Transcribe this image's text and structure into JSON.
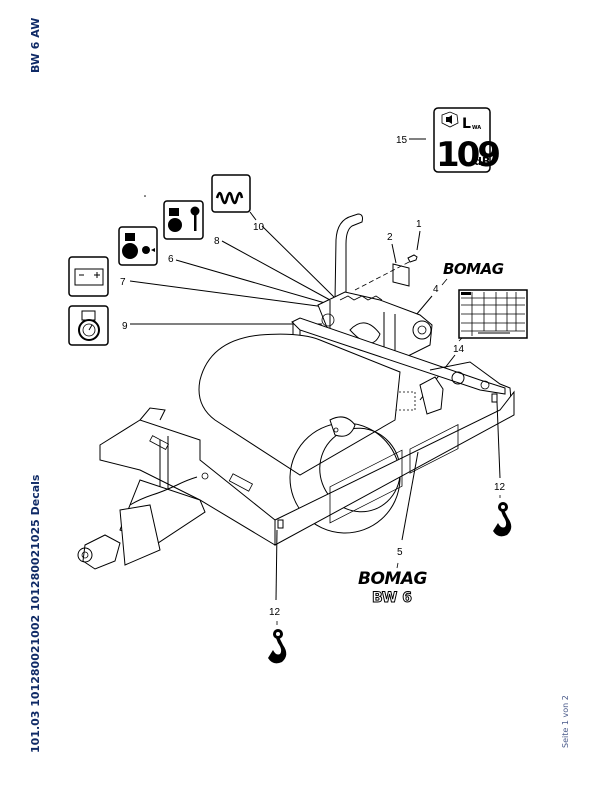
{
  "document": {
    "model_header": "BW 6 AW",
    "document_id": "101.03 101280021002 101280021025 Decals",
    "page_footer": "Seite 1 von 2"
  },
  "callouts": [
    {
      "number": "1",
      "item": "screw"
    },
    {
      "number": "2",
      "item": "plate"
    },
    {
      "number": "4",
      "item": "BOMAG logo decal"
    },
    {
      "number": "5",
      "item": "BOMAG BW 6 decal"
    },
    {
      "number": "6",
      "item": "engine start decal"
    },
    {
      "number": "7",
      "item": "battery decal"
    },
    {
      "number": "8",
      "item": "ignition key decal"
    },
    {
      "number": "9",
      "item": "oil pressure decal"
    },
    {
      "number": "10",
      "item": "vibration decal"
    },
    {
      "number": "12",
      "item": "lifting hook decal"
    },
    {
      "number": "14",
      "item": "maintenance table decal"
    },
    {
      "number": "15",
      "item": "sound power level decal"
    }
  ],
  "labels": {
    "c1": "1",
    "c2": "2",
    "c4": "4",
    "c5": "5",
    "c6": "6",
    "c7": "7",
    "c8": "8",
    "c9": "9",
    "c10": "10",
    "c12a": "12",
    "c12b": "12",
    "c14": "14",
    "c15": "15"
  },
  "decals": {
    "sound_level_value": "109",
    "sound_level_unit": "dB",
    "sound_level_symbol": "L",
    "sound_level_subscript": "WA",
    "brand_top": "BOMAG",
    "brand_bottom": "BOMAG",
    "model_bottom": "BW 6"
  }
}
